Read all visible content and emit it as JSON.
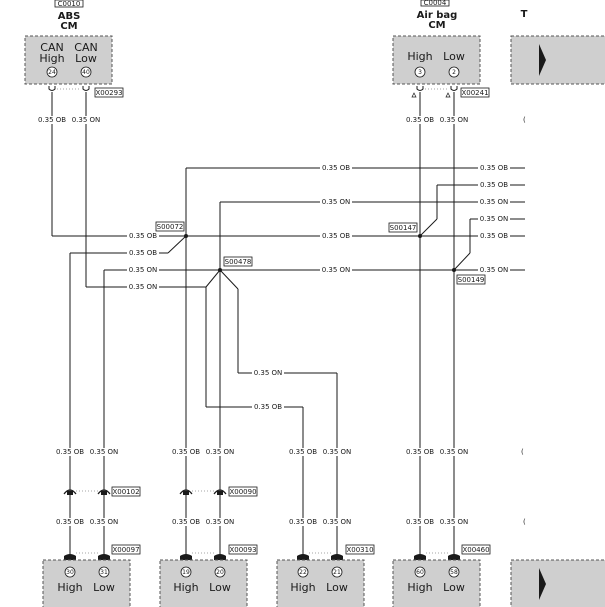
{
  "components": {
    "abs": {
      "id": "C0010",
      "name_line1": "ABS",
      "name_line2": "CM",
      "pins": [
        {
          "label1": "CAN",
          "label2": "High",
          "num": "24"
        },
        {
          "label1": "CAN",
          "label2": "Low",
          "num": "40"
        }
      ],
      "connector": "X00293"
    },
    "airbag": {
      "id": "C0004",
      "name_line1": "Air bag",
      "name_line2": "CM",
      "pins": [
        {
          "label": "High",
          "num": "3"
        },
        {
          "label": "Low",
          "num": "2"
        }
      ],
      "connector": "X00241"
    },
    "right_cut_title": "T",
    "bottom": [
      {
        "connector": "X00097",
        "pins": [
          {
            "label": "High",
            "num": "30"
          },
          {
            "label": "Low",
            "num": "31"
          }
        ]
      },
      {
        "connector": "X00093",
        "pins": [
          {
            "label": "High",
            "num": "19"
          },
          {
            "label": "Low",
            "num": "20"
          }
        ]
      },
      {
        "connector": "X00310",
        "pins": [
          {
            "label": "High",
            "num": "22"
          },
          {
            "label": "Low",
            "num": "21"
          }
        ]
      },
      {
        "connector": "X00460",
        "pins": [
          {
            "label": "High",
            "num": "60"
          },
          {
            "label": "Low",
            "num": "58"
          }
        ]
      }
    ]
  },
  "inline_connectors": [
    "X00102",
    "X00090"
  ],
  "splices": [
    "S00072",
    "S00478",
    "S00147",
    "S00149"
  ],
  "wire_ob": "0.35 OB",
  "wire_on": "0.35 ON",
  "cut_marker": "("
}
